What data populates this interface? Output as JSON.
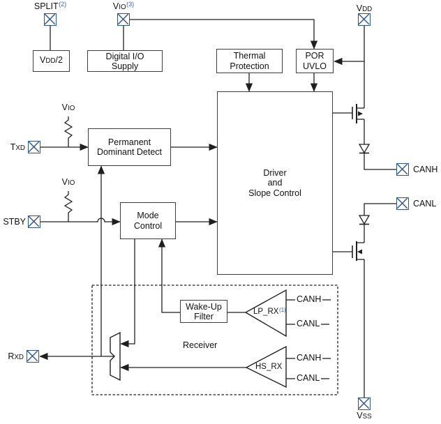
{
  "pins": {
    "split": {
      "label": "SPLIT",
      "sup": "(2)"
    },
    "vio": {
      "label": "V",
      "small": "IO",
      "sup": "(3)"
    },
    "vdd": {
      "label": "V",
      "small": "DD"
    },
    "txd": {
      "label": "T",
      "small": "XD"
    },
    "stby": {
      "label": "STBY"
    },
    "rxd": {
      "label": "R",
      "small": "XD"
    },
    "canh": {
      "label": "CANH"
    },
    "canl": {
      "label": "CANL"
    },
    "vss": {
      "label": "V",
      "small": "SS"
    }
  },
  "blocks": {
    "vdd_half": {
      "pre": "V",
      "small": "DD",
      "post": "/2"
    },
    "digital_io_supply": {
      "line1": "Digital I/O",
      "line2": "Supply"
    },
    "thermal_protection": {
      "line1": "Thermal",
      "line2": "Protection"
    },
    "por_uvlo": {
      "line1": "POR",
      "line2": "UVLO"
    },
    "permanent_dominant_detect": {
      "line1": "Permanent",
      "line2": "Dominant Detect"
    },
    "mode_control": {
      "line1": "Mode",
      "line2": "Control"
    },
    "driver_slope": {
      "line1": "Driver",
      "line2": "and",
      "line3": "Slope Control"
    },
    "wakeup_filter": {
      "line1": "Wake-Up",
      "line2": "Filter"
    },
    "receiver": "Receiver",
    "lp_rx": {
      "label": "LP_RX",
      "sup": "(1)"
    },
    "hs_rx": {
      "label": "HS_RX"
    }
  },
  "nets": {
    "pullup_txd": {
      "label": "V",
      "small": "IO"
    },
    "pullup_stby": {
      "label": "V",
      "small": "IO"
    },
    "lp_rx_inputs": [
      "CANH",
      "CANL"
    ],
    "hs_rx_inputs": [
      "CANH",
      "CANL"
    ]
  },
  "colors": {
    "pin_border": "#2E5395",
    "wire": "#1F1F1F",
    "box_border": "#3C3C3C",
    "footnote_link": "#3060C8"
  }
}
